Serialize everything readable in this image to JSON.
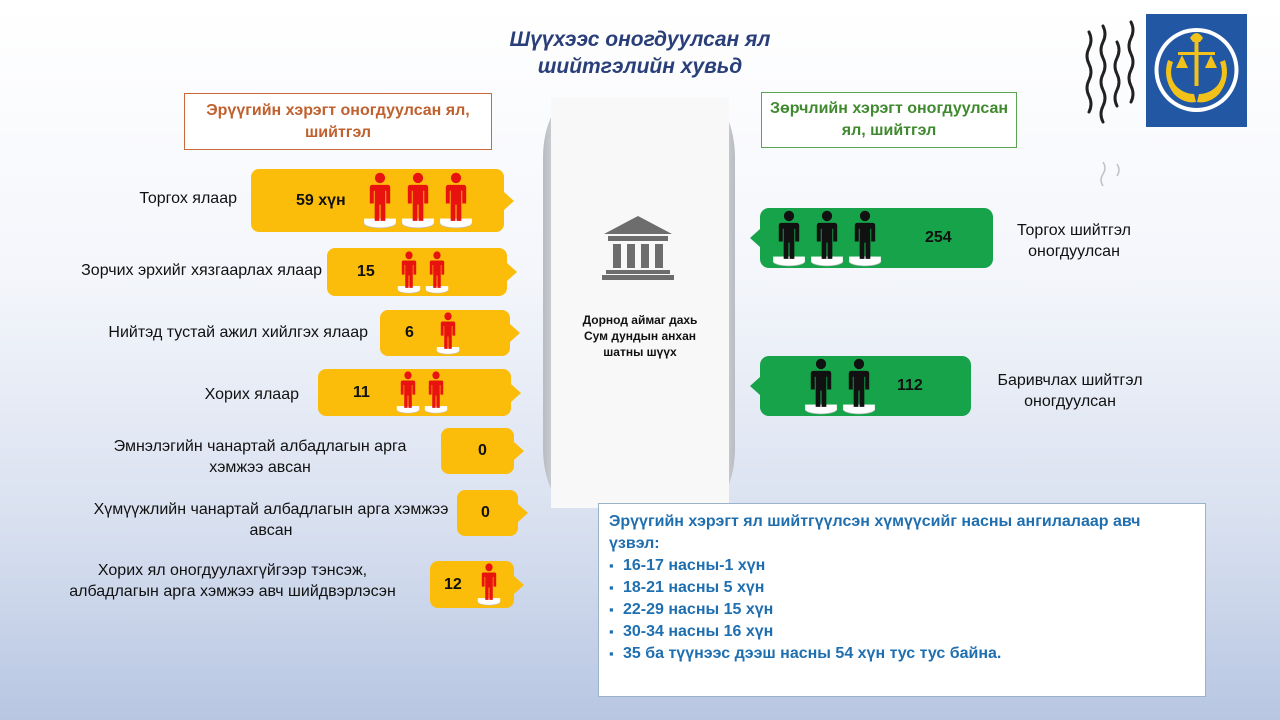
{
  "title": {
    "line1": "Шүүхээс оногдуулсан ял",
    "line2": "шийтгэлийн хувьд"
  },
  "criminal_header": "Эрүүгийн хэрэгт оногдуулсан ял, шийтгэл",
  "violation_header": "Зөрчлийн хэрэгт оногдуулсан ял, шийтгэл",
  "court": {
    "line1": "Дорнод аймаг дахь",
    "line2": "Сум дундын анхан",
    "line3": "шатны шүүх",
    "icon": "courthouse-icon"
  },
  "criminal_rows": [
    {
      "label": "Торгох ялаар",
      "value": "59 хүн",
      "people": 3
    },
    {
      "label": "Зорчих эрхийг хязгаарлах ялаар",
      "value": "15",
      "people": 2
    },
    {
      "label": "Нийтэд тустай ажил хийлгэх ялаар",
      "value": "6",
      "people": 1
    },
    {
      "label": "Хорих ялаар",
      "value": "11",
      "people": 2
    },
    {
      "label": "Эмнэлэгийн чанартай албадлагын арга хэмжээ авсан",
      "value": "0",
      "people": 0
    },
    {
      "label": "Хүмүүжлийн чанартай албадлагын арга хэмжээ авсан",
      "value": "0",
      "people": 0
    },
    {
      "label": "Хорих ял оногдуулахгүйгээр тэнсэж, албадлагын арга хэмжээ авч шийдвэрлэсэн",
      "value": "12",
      "people": 1
    }
  ],
  "violation_rows": [
    {
      "label": "Торгох шийтгэл оногдуулсан",
      "value": "254",
      "people": 3
    },
    {
      "label": "Баривчлах шийтгэл оногдуулсан",
      "value": "112",
      "people": 2
    }
  ],
  "age_info": {
    "heading": "Эрүүгийн хэрэгт ял шийтгүүлсэн хүмүүсийг насны ангилалаар авч үзвэл:",
    "items": [
      "16-17 насны-1 хүн",
      "18-21 насны 5 хүн",
      "22-29 насны 15 хүн",
      "30-34 насны 16 хүн",
      "35 ба түүнээс дээш насны 54 хүн тус тус байна."
    ]
  },
  "colors": {
    "criminal": "#fbbd0a",
    "violation": "#16a34a",
    "person_red": "#e8120f",
    "person_black": "#111111",
    "info_text": "#1f6fb0"
  },
  "logo": {
    "icon": "court-emblem-icon"
  }
}
